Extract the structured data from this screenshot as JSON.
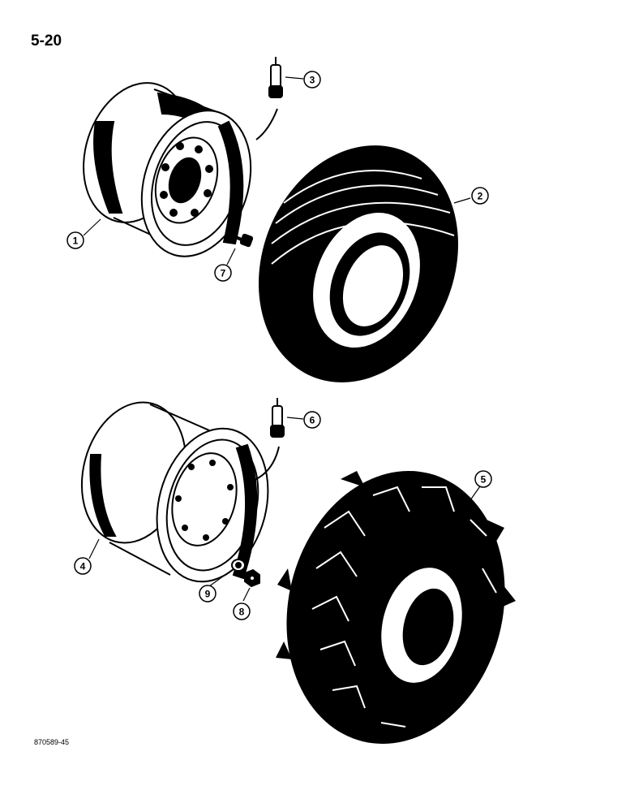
{
  "page": {
    "number": "5-20",
    "figure_code": "870589-45"
  },
  "callouts": [
    {
      "id": "1",
      "part": "front rim"
    },
    {
      "id": "2",
      "part": "front tire"
    },
    {
      "id": "3",
      "part": "front valve stem"
    },
    {
      "id": "4",
      "part": "rear rim"
    },
    {
      "id": "5",
      "part": "rear tire"
    },
    {
      "id": "6",
      "part": "rear valve stem"
    },
    {
      "id": "7",
      "part": "bolt"
    },
    {
      "id": "8",
      "part": "nut"
    },
    {
      "id": "9",
      "part": "washer"
    }
  ],
  "colors": {
    "ink": "#000000",
    "paper": "#ffffff"
  }
}
